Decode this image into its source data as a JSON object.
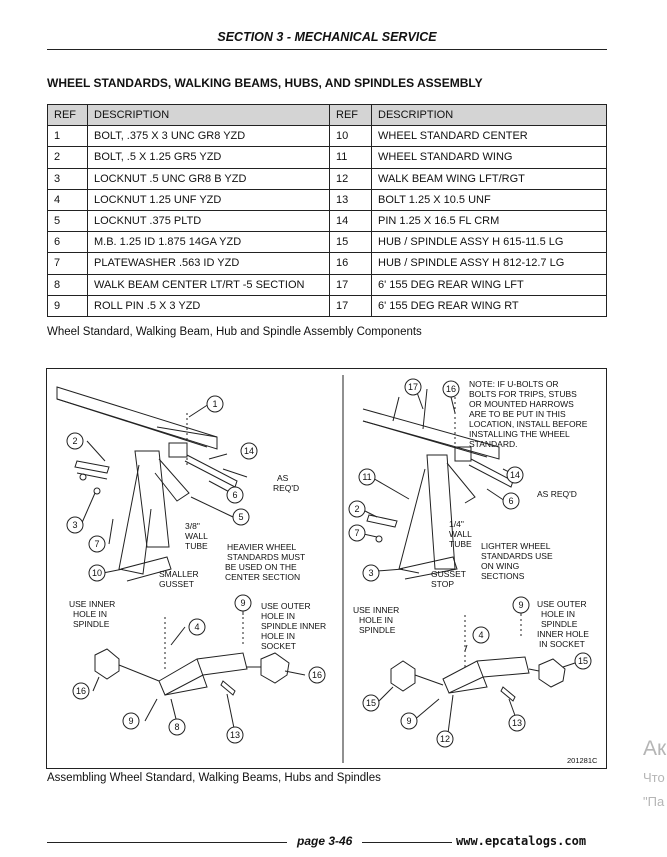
{
  "header": {
    "section_title": "SECTION 3 - MECHANICAL SERVICE"
  },
  "assembly_title": "WHEEL STANDARDS, WALKING BEAMS, HUBS, AND SPINDLES ASSEMBLY",
  "table": {
    "headers": [
      "REF",
      "DESCRIPTION",
      "REF",
      "DESCRIPTION"
    ],
    "rows": [
      [
        "1",
        "BOLT, .375 X 3 UNC GR8 YZD",
        "10",
        "WHEEL STANDARD CENTER"
      ],
      [
        "2",
        "BOLT, .5 X 1.25 GR5 YZD",
        "11",
        "WHEEL STANDARD WING"
      ],
      [
        "3",
        "LOCKNUT .5 UNC GR8 B YZD",
        "12",
        "WALK BEAM WING LFT/RGT"
      ],
      [
        "4",
        "LOCKNUT 1.25 UNF YZD",
        "13",
        "BOLT 1.25 X 10.5 UNF"
      ],
      [
        "5",
        "LOCKNUT .375 PLTD",
        "14",
        "PIN 1.25 X 16.5 FL CRM"
      ],
      [
        "6",
        "M.B. 1.25 ID 1.875 14GA YZD",
        "15",
        "HUB / SPINDLE ASSY H 615-11.5 LG"
      ],
      [
        "7",
        "PLATEWASHER .563 ID YZD",
        "16",
        "HUB / SPINDLE ASSY H 812-12.7 LG"
      ],
      [
        "8",
        "WALK BEAM CENTER LT/RT -5 SECTION",
        "17",
        "6' 155 DEG REAR WING LFT"
      ],
      [
        "9",
        "ROLL PIN .5 X 3 YZD",
        "17",
        "6' 155 DEG REAR WING RT"
      ]
    ],
    "caption": "Wheel Standard, Walking Beam, Hub and Spindle Assembly Components"
  },
  "figure": {
    "left": {
      "as_reqd": [
        "AS",
        "REQ'D"
      ],
      "wall_tube": [
        "3/8\"",
        "WALL",
        "TUBE"
      ],
      "note": [
        "HEAVIER WHEEL",
        "STANDARDS MUST",
        "BE USED ON THE",
        "CENTER SECTION"
      ],
      "gusset": [
        "SMALLER",
        "GUSSET"
      ],
      "inner_hole": [
        "USE INNER",
        "HOLE IN",
        "SPINDLE"
      ],
      "outer_hole": [
        "USE OUTER",
        "HOLE IN",
        "SPINDLE INNER",
        "HOLE IN",
        "SOCKET"
      ]
    },
    "right": {
      "note": [
        "NOTE: IF U-BOLTS OR",
        "BOLTS FOR TRIPS, STUBS",
        "OR MOUNTED HARROWS",
        "ARE TO BE PUT IN THIS",
        "LOCATION, INSTALL BEFORE",
        "INSTALLING THE WHEEL",
        "STANDARD."
      ],
      "as_reqd": "AS REQ'D",
      "wall_tube": [
        "1/4\"",
        "WALL",
        "TUBE"
      ],
      "lighter": [
        "LIGHTER WHEEL",
        "STANDARDS USE",
        "ON WING",
        "SECTIONS"
      ],
      "gusset": [
        "GUSSET",
        "STOP"
      ],
      "inner_hole": [
        "USE INNER",
        "HOLE IN",
        "SPINDLE"
      ],
      "outer_hole": [
        "USE OUTER",
        "HOLE IN",
        "SPINDLE",
        "INNER HOLE",
        "IN SOCKET"
      ]
    },
    "callouts": {
      "c1": "1",
      "c2": "2",
      "c3": "3",
      "c4": "4",
      "c5": "5",
      "c6": "6",
      "c7": "7",
      "c8": "8",
      "c9": "9",
      "c10": "10",
      "c11": "11",
      "c12": "12",
      "c13": "13",
      "c14": "14",
      "c15": "15",
      "c16": "16",
      "c17": "17"
    },
    "drawing_number": "201281C"
  },
  "figure_caption": "Assembling Wheel Standard, Walking Beams, Hubs and Spindles",
  "footer": {
    "page": "page 3-46",
    "site": "www.epcatalogs.com"
  },
  "overlay": {
    "line1": "Ак",
    "line2": "Что",
    "line3": "\"Па"
  }
}
